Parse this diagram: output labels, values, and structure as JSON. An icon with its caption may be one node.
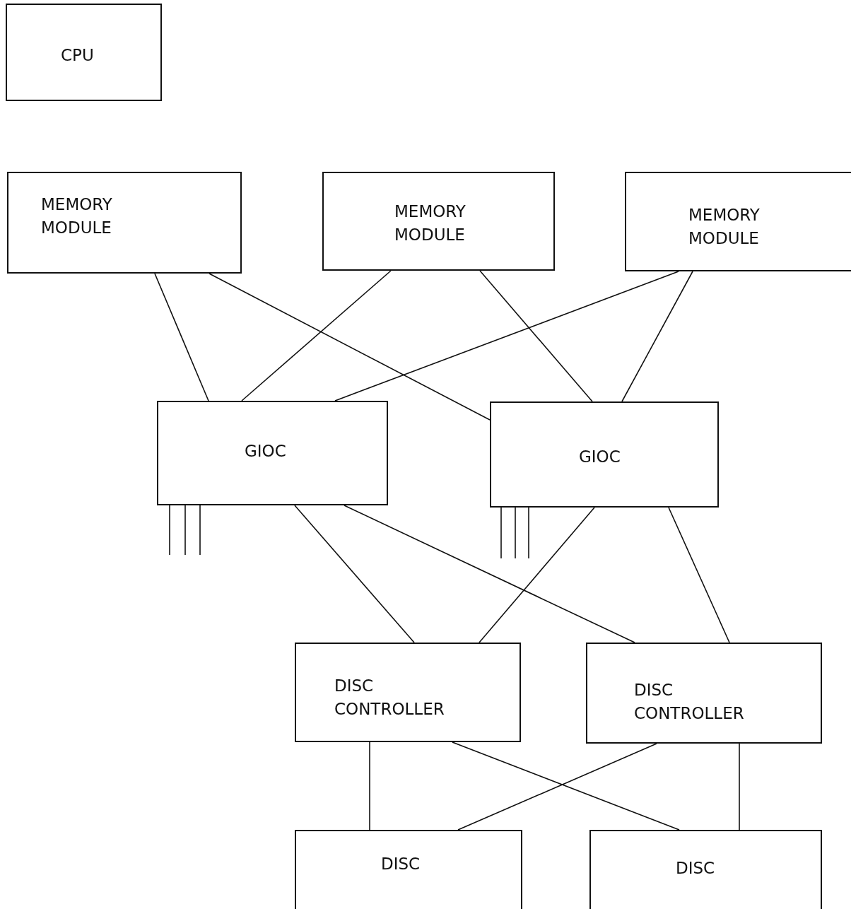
{
  "diagram": {
    "nodes": [
      {
        "text": [
          "CPU"
        ]
      },
      {
        "text": [
          "MEMORY MODULE"
        ]
      },
      {
        "text": [
          "MEMORY MODULE"
        ]
      },
      {
        "text": [
          "MEMORY MODULE"
        ]
      },
      {
        "text": [
          "GIOC"
        ]
      },
      {
        "text": [
          "GIOC"
        ]
      },
      {
        "text": [
          "DISC CONTROLLER"
        ]
      },
      {
        "text": [
          "DISC CONTROLLER"
        ]
      },
      {
        "text": [
          "DISC"
        ]
      },
      {
        "text": [
          "DISC"
        ]
      }
    ],
    "edges": [
      {
        "from": 1,
        "to": 4,
        "arrow": "none"
      },
      {
        "from": 1,
        "to": 5,
        "arrow": "none"
      },
      {
        "from": 2,
        "to": 4,
        "arrow": "none"
      },
      {
        "from": 2,
        "to": 5,
        "arrow": "none"
      },
      {
        "from": 3,
        "to": 4,
        "arrow": "none"
      },
      {
        "from": 3,
        "to": 5,
        "arrow": "none"
      },
      {
        "from": 4,
        "to": 6,
        "arrow": "none"
      },
      {
        "from": 4,
        "to": 7,
        "arrow": "none"
      },
      {
        "from": 5,
        "to": 6,
        "arrow": "none"
      },
      {
        "from": 5,
        "to": 7,
        "arrow": "none"
      },
      {
        "from": 6,
        "to": 8,
        "arrow": "none"
      },
      {
        "from": 6,
        "to": 9,
        "arrow": "none"
      },
      {
        "from": 7,
        "to": 8,
        "arrow": "none"
      },
      {
        "from": 7,
        "to": 9,
        "arrow": "none"
      },
      {
        "from": 4,
        "to": null,
        "arrow": "none"
      },
      {
        "from": 4,
        "to": null,
        "arrow": "none"
      },
      {
        "from": 4,
        "to": null,
        "arrow": "none"
      },
      {
        "from": 5,
        "to": null,
        "arrow": "none"
      },
      {
        "from": 5,
        "to": null,
        "arrow": "none"
      },
      {
        "from": 5,
        "to": null,
        "arrow": "none"
      }
    ]
  }
}
